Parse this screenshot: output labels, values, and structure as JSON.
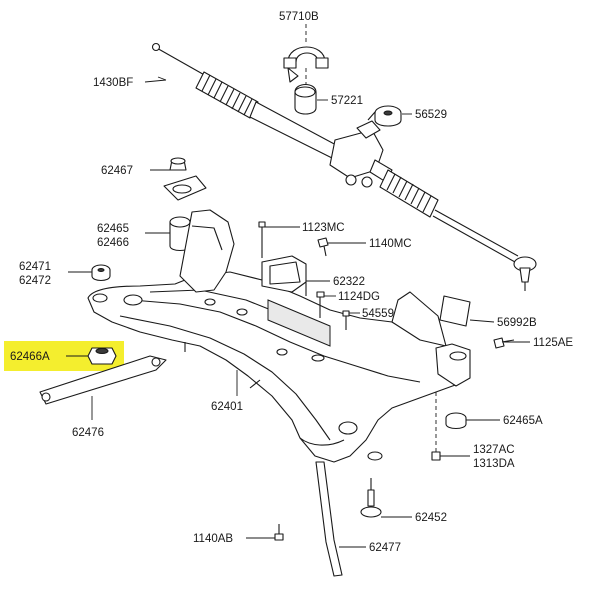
{
  "diagram": {
    "highlight_color": "#f4ee2e",
    "line_color": "#1a1a1a",
    "labels": {
      "p57710B": "57710B",
      "p1430BF": "1430BF",
      "p57221": "57221",
      "p56529": "56529",
      "p62467": "62467",
      "p62465": "62465",
      "p62466": "62466",
      "p1123MC": "1123MC",
      "p1140MC": "1140MC",
      "p62471": "62471",
      "p62472": "62472",
      "p62322": "62322",
      "p1124DG": "1124DG",
      "p54559": "54559",
      "p56992B": "56992B",
      "p62466A": "62466A",
      "p1125AE": "1125AE",
      "p62401": "62401",
      "p62465A": "62465A",
      "p62476": "62476",
      "p1327AC": "1327AC",
      "p1313DA": "1313DA",
      "p62452": "62452",
      "p1140AB": "1140AB",
      "p62477": "62477"
    }
  }
}
